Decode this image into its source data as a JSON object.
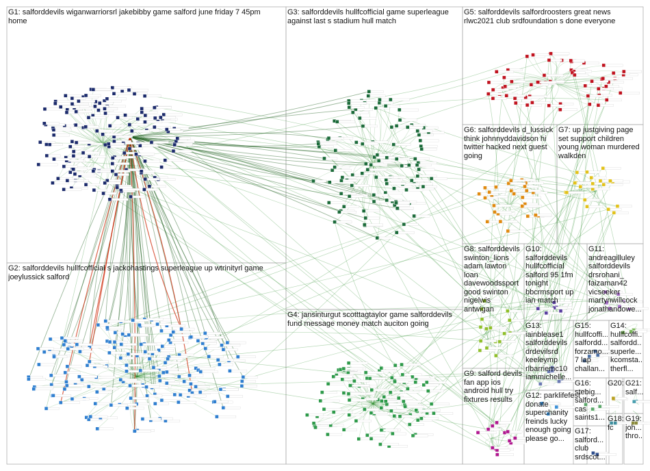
{
  "groups": [
    {
      "id": "G1",
      "label": "G1: salforddevils wiganwarriorsrl jakebibby game salford june friday 7 45pm home",
      "node_color": "#1b2a6b"
    },
    {
      "id": "G2",
      "label": "G2: salforddevils hullfcofficial s jackohastings superleague up wtrinityrl game joeylussick salford",
      "node_color": "#2f7fd0"
    },
    {
      "id": "G3",
      "label": "G3: salforddevils hullfcofficial game superleague against last s stadium hull match",
      "node_color": "#1c6b3a"
    },
    {
      "id": "G4",
      "label": "G4: jansinturgut scotttagtaylor game salforddevils fund message money match auciton going",
      "node_color": "#2e9a4a"
    },
    {
      "id": "G5",
      "label": "G5: salforddevils salfordroosters great news rlwc2021 club srdfoundation s done everyone",
      "node_color": "#c0121e"
    },
    {
      "id": "G6",
      "label": "G6: salforddevils d_lussick think johnnyddavidson hi twitter hacked next guest going",
      "node_color": "#e08a10"
    },
    {
      "id": "G7",
      "label": "G7: up justgiving page set support children young woman murdered walkden",
      "node_color": "#e2c21a"
    },
    {
      "id": "G8",
      "label": "G8: salforddevils swinton_lions adam lawton loan davewoodssport good swinton nigelwis antwigan",
      "node_color": "#8fbf2a"
    },
    {
      "id": "G9",
      "label": "G9: salford devils fan app ios android hull try fixtures results",
      "node_color": "#b0178f"
    },
    {
      "id": "G10",
      "label": "G10: salforddevils hullfcofficial salford 95 1fm tonight bbcrmsport up ian match",
      "node_color": "#5a3fa0"
    },
    {
      "id": "G11",
      "label": "G11: andreagilluley salforddevils drsrohani_ faizaman42 vicseeker martynwillcock jonathandowe...",
      "node_color": "#a56ec9"
    },
    {
      "id": "G12",
      "label": "G12: parklifefest donate superchanity freinds lucky enough going please go...",
      "node_color": "#3a8fd6"
    },
    {
      "id": "G13",
      "label": "G13: iainblease1 salforddevils drdevilsrd keeleymp rlbarriemc10 iammichelle...",
      "node_color": "#6b7ab3"
    },
    {
      "id": "G14",
      "label": "G14: hullfcoffi... salfordd... superle... kcomsta... therfl...",
      "node_color": "#7bb85a"
    },
    {
      "id": "G15",
      "label": "G15: hullfcoffi... salfordd... forzamo... 7 lap challan...",
      "node_color": "#4a6fa5"
    },
    {
      "id": "G16",
      "label": "G16: stebig... salford... cas saints1...",
      "node_color": "#5ba86a"
    },
    {
      "id": "G17",
      "label": "G17: salford... club srdscot...",
      "node_color": "#2f4f8f"
    },
    {
      "id": "G18",
      "label": "G18: fc",
      "node_color": "#3f8f9f"
    },
    {
      "id": "G19",
      "label": "G19: joh... thro...",
      "node_color": "#8a8a3a"
    },
    {
      "id": "G20",
      "label": "G20:",
      "node_color": "#b8a020"
    },
    {
      "id": "G21",
      "label": "G21: salf...",
      "node_color": "#4aa0b0"
    }
  ],
  "colors": {
    "edge": "#2f8f2f",
    "edge_dark": "#1f5f1f",
    "edge_hub": "#cc2200",
    "panel_border": "#b0b0b0",
    "label_box": "#ffffff"
  }
}
